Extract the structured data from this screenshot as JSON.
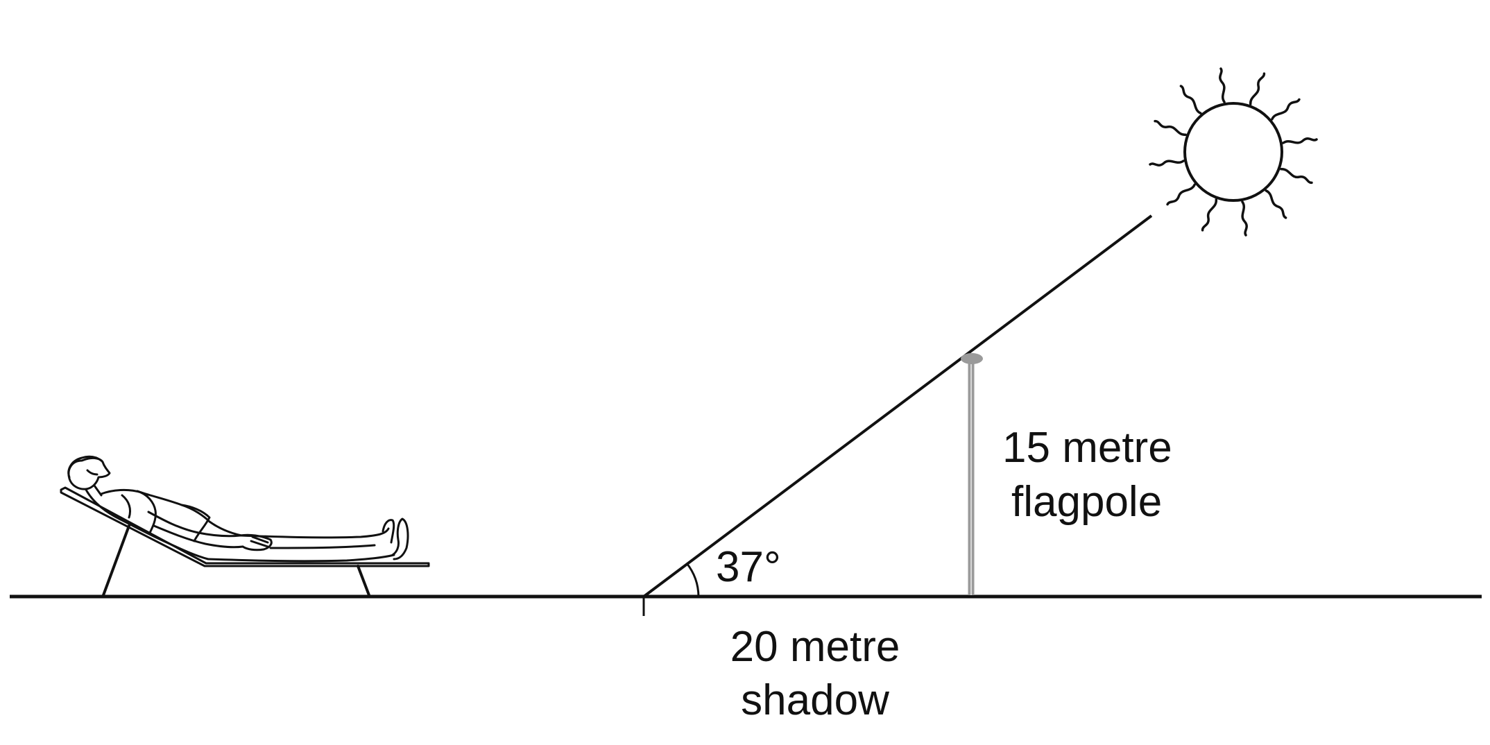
{
  "labels": {
    "angle": "37°",
    "flagpole_line1": "15 metre",
    "flagpole_line2": "flagpole",
    "shadow_line1": "20 metre",
    "shadow_line2": "shadow"
  },
  "colors": {
    "line": "#111111",
    "flagpole": "#9a9a9a",
    "background": "#ffffff"
  },
  "icons": {
    "sun": "sun-icon",
    "sunbather": "person-on-lounger-icon"
  }
}
